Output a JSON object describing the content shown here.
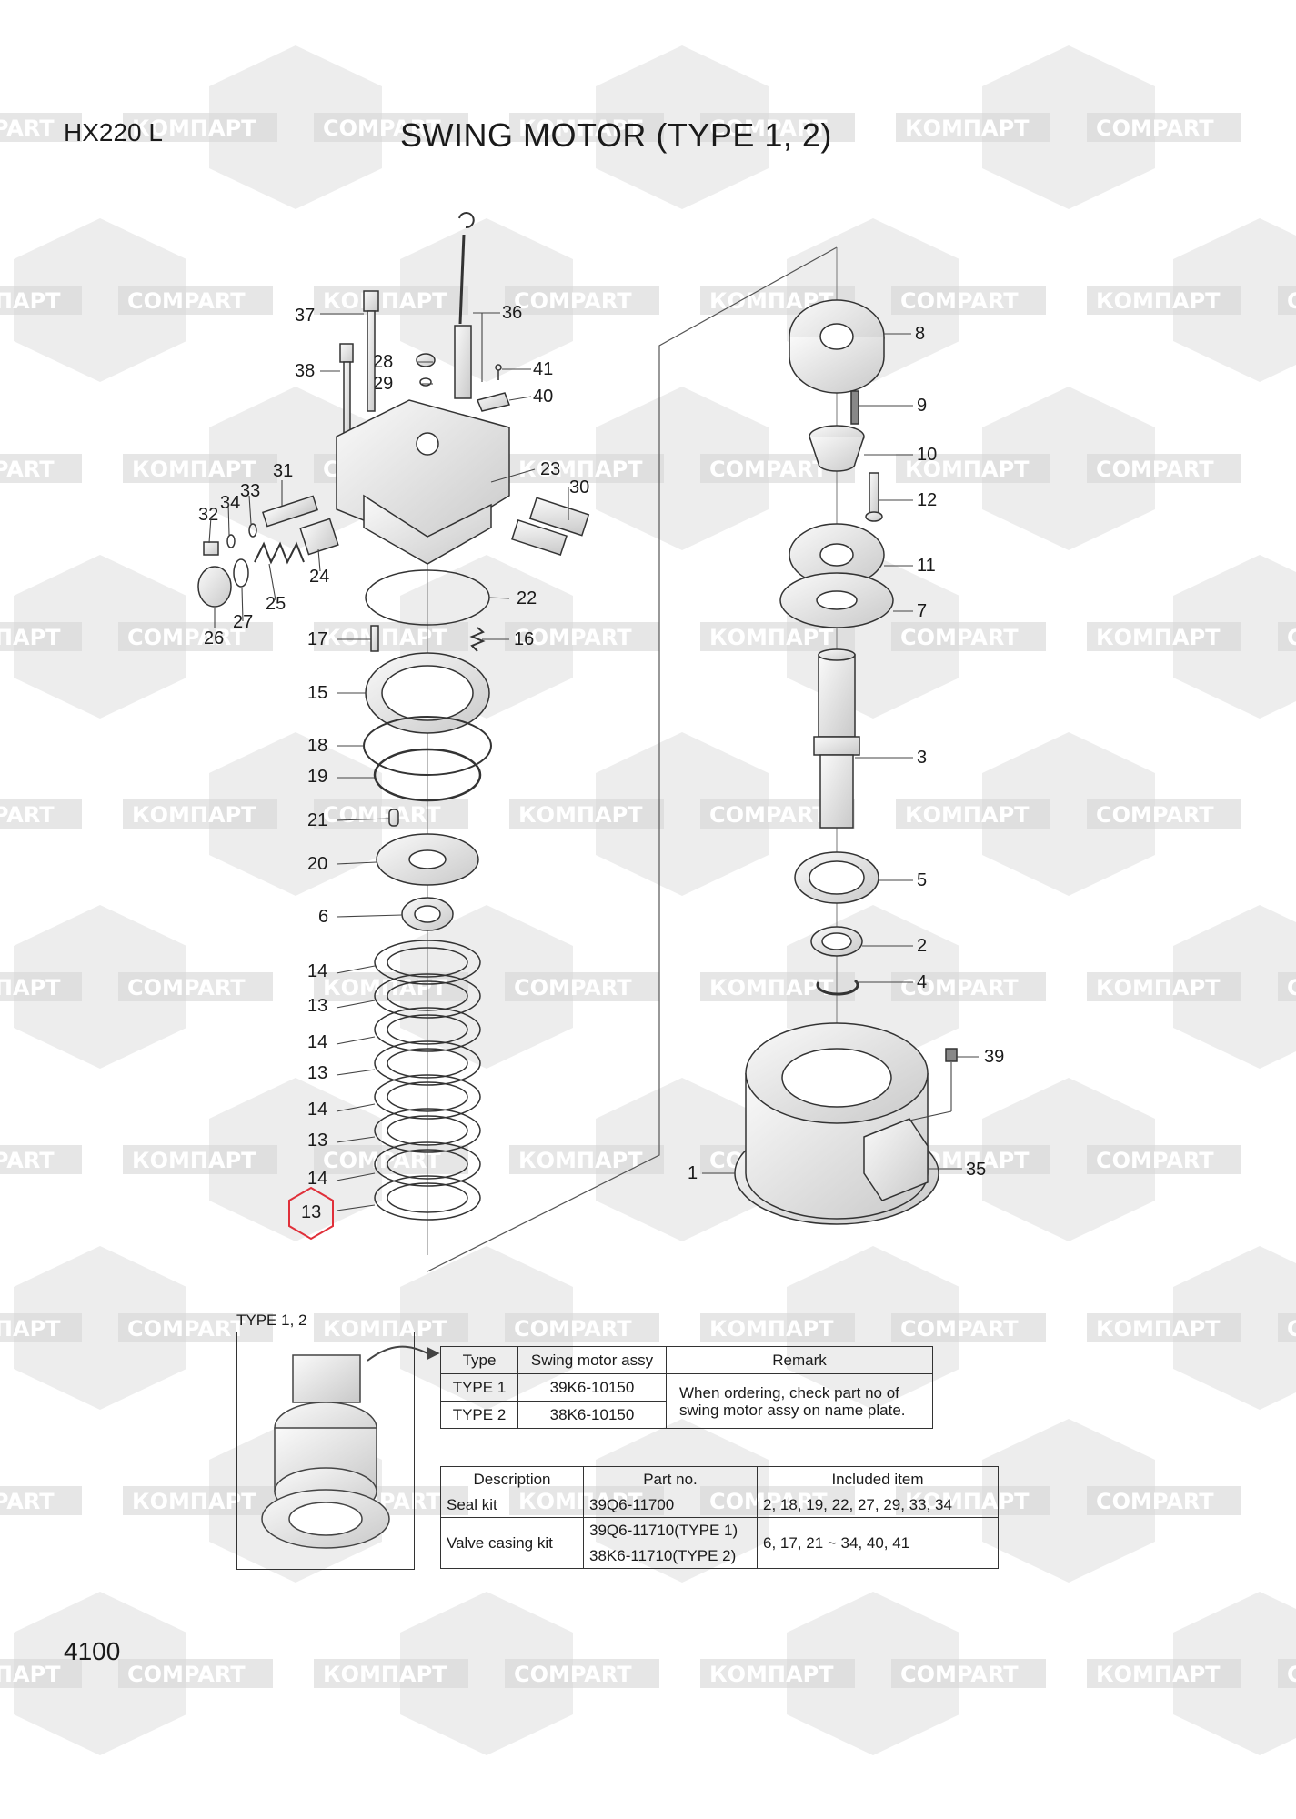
{
  "header": {
    "model": "HX220 L",
    "title": "SWING MOTOR (TYPE 1, 2)"
  },
  "watermark": {
    "text_cyrillic": "КОМПАРТ",
    "text_latin": "COMPART",
    "color": "#d6d6d6"
  },
  "callouts": [
    {
      "id": "1"
    },
    {
      "id": "2"
    },
    {
      "id": "3"
    },
    {
      "id": "4"
    },
    {
      "id": "5"
    },
    {
      "id": "6"
    },
    {
      "id": "7"
    },
    {
      "id": "8"
    },
    {
      "id": "9"
    },
    {
      "id": "10"
    },
    {
      "id": "11"
    },
    {
      "id": "12"
    },
    {
      "id": "13"
    },
    {
      "id": "13"
    },
    {
      "id": "13"
    },
    {
      "id": "14"
    },
    {
      "id": "14"
    },
    {
      "id": "14"
    },
    {
      "id": "14"
    },
    {
      "id": "15"
    },
    {
      "id": "16"
    },
    {
      "id": "17"
    },
    {
      "id": "18"
    },
    {
      "id": "19"
    },
    {
      "id": "20"
    },
    {
      "id": "21"
    },
    {
      "id": "22"
    },
    {
      "id": "23"
    },
    {
      "id": "24"
    },
    {
      "id": "25"
    },
    {
      "id": "26"
    },
    {
      "id": "27"
    },
    {
      "id": "28"
    },
    {
      "id": "29"
    },
    {
      "id": "30"
    },
    {
      "id": "31"
    },
    {
      "id": "32"
    },
    {
      "id": "33"
    },
    {
      "id": "34"
    },
    {
      "id": "35"
    },
    {
      "id": "36"
    },
    {
      "id": "37"
    },
    {
      "id": "38"
    },
    {
      "id": "39"
    },
    {
      "id": "40"
    },
    {
      "id": "41"
    }
  ],
  "highlighted_callout": {
    "id": "13",
    "color": "#e0303a"
  },
  "inset": {
    "label": "TYPE 1, 2"
  },
  "type_table": {
    "headers": [
      "Type",
      "Swing motor assy",
      "Remark"
    ],
    "rows": [
      {
        "type": "TYPE 1",
        "assy": "39K6-10150"
      },
      {
        "type": "TYPE 2",
        "assy": "38K6-10150"
      }
    ],
    "remark": "When ordering, check part no of swing motor assy on name plate."
  },
  "kit_table": {
    "headers": [
      "Description",
      "Part no.",
      "Included item"
    ],
    "seal_kit": {
      "description": "Seal kit",
      "part_no": "39Q6-11700",
      "items": "2, 18, 19, 22, 27, 29, 33, 34"
    },
    "valve_kit": {
      "description": "Valve casing kit",
      "part_no_1": "39Q6-11710(TYPE 1)",
      "part_no_2": "38K6-11710(TYPE 2)",
      "items": "6, 17, 21 ~ 34, 40, 41"
    }
  },
  "footer": {
    "page_number": "4100"
  }
}
